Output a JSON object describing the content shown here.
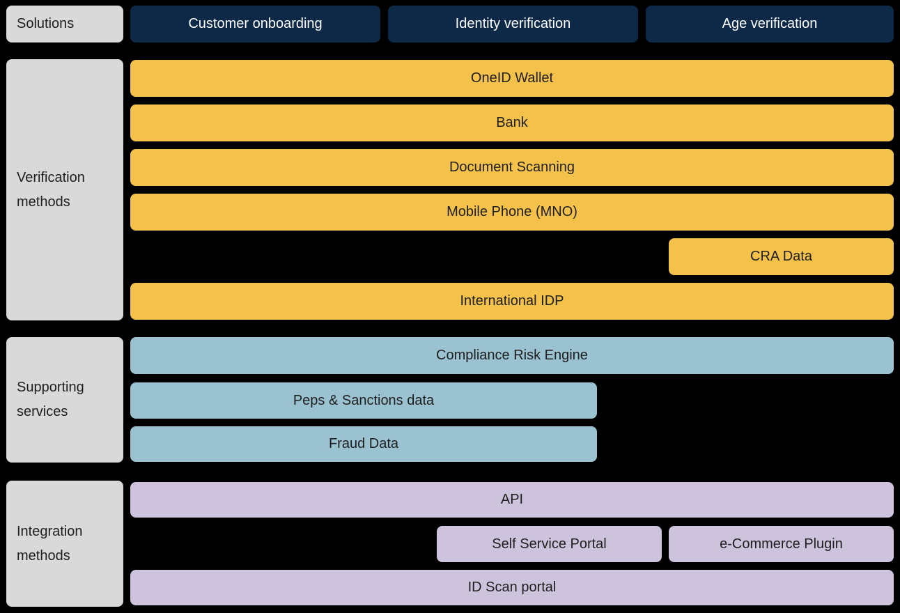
{
  "palette": {
    "background": "#000000",
    "label_box": "#d9d9d9",
    "header_box": "#0e2947",
    "verification_bar": "#f4c24b",
    "supporting_bar": "#9ac2d1",
    "integration_bar": "#cec3dd",
    "dark_text": "#1e1e1e",
    "light_text": "#fcfdfe"
  },
  "header": {
    "label": "Solutions",
    "solutions": [
      "Customer onboarding",
      "Identity verification",
      "Age verification"
    ]
  },
  "sections": {
    "verification": {
      "label": "Verification methods",
      "bars": [
        "OneID Wallet",
        "Bank",
        "Document Scanning",
        "Mobile Phone (MNO)",
        "CRA Data",
        "International IDP"
      ]
    },
    "supporting": {
      "label": "Supporting services",
      "bars": [
        "Compliance Risk Engine",
        "Peps & Sanctions data",
        "Fraud Data"
      ]
    },
    "integration": {
      "label": "Integration methods",
      "bars": [
        "API",
        "Self Service Portal",
        "e-Commerce Plugin",
        "ID Scan portal"
      ]
    }
  }
}
